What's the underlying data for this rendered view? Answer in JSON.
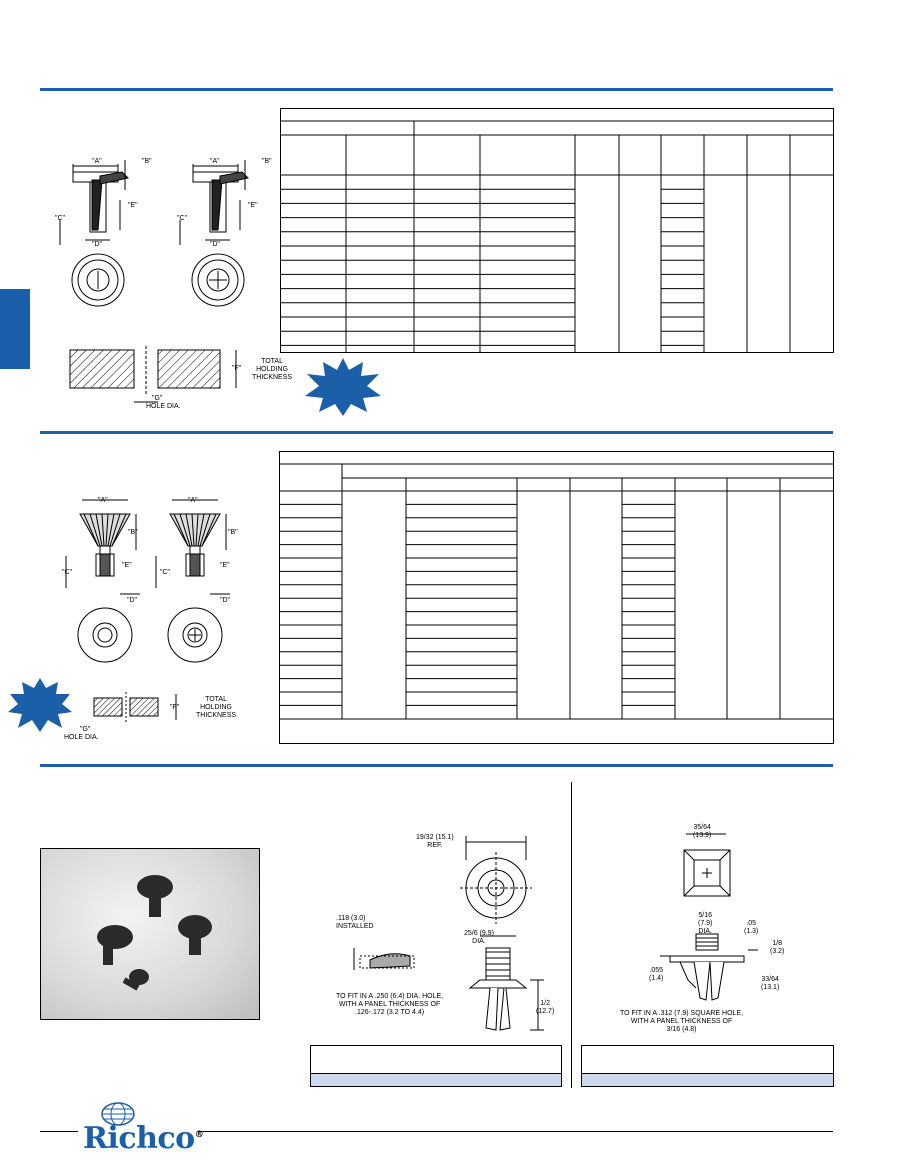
{
  "colors": {
    "brand_blue": "#1b5fa8"
  },
  "section1": {
    "diagram_labels": {
      "a_left": "\"A\"",
      "b_left": "\"B\"",
      "c_left": "\"C\"",
      "e_left": "\"E\"",
      "d_left": "\"D\"",
      "a_right": "\"A\"",
      "b_right": "\"B\"",
      "c_right": "\"C\"",
      "e_right": "\"E\"",
      "d_right": "\"D\"",
      "f_label": "\"F\"",
      "total_holding_thickness": "TOTAL\nHOLDING\nTHICKNESS",
      "g_label": "\"G\"",
      "hole_dia": "HOLE DIA."
    }
  },
  "section2": {
    "diagram_labels": {
      "a_left": "\"A\"",
      "b_left": "\"B\"",
      "c_left": "\"C\"",
      "e_left": "\"E\"",
      "d_left": "\"D\"",
      "a_right": "\"A\"",
      "b_right": "\"B\"",
      "c_right": "\"C\"",
      "e_right": "\"E\"",
      "d_right": "\"D\"",
      "f_label": "\"F\"",
      "total_holding_thickness": "TOTAL\nHOLDING\nTHICKNESS",
      "g_label": "\"G\"",
      "hole_dia": "HOLE DIA."
    }
  },
  "section3": {
    "left_drawing": {
      "ref_dim": "19/32 (15.1)\nREF.",
      "installed_dim": ".118 (3.0)\nINSTALLED",
      "dia_dim": "25/6 (9.9)\nDIA.",
      "length_dim": "1/2\n(12.7)",
      "note": "TO FIT IN A .250 (6.4) DIA. HOLE,\nWITH A PANEL THICKNESS OF\n.126-.172 (3.2 TO 4.4)"
    },
    "right_drawing": {
      "top_dim": "35/64\n(13.9)",
      "dia_dim": "5/16\n(7.9)\nDIA.",
      "small_dim": ".05\n(1.3)",
      "side_dim": "1/8\n(3.2)",
      "left_dim": ".055\n(1.4)",
      "head_dim": "33/64\n(13.1)",
      "note": "TO FIT IN A .312 (7.9) SQUARE HOLE,\nWITH A PANEL THICKNESS OF\n3/16 (4.8)"
    }
  },
  "logo": {
    "text": "Richco",
    "registered": "®"
  }
}
